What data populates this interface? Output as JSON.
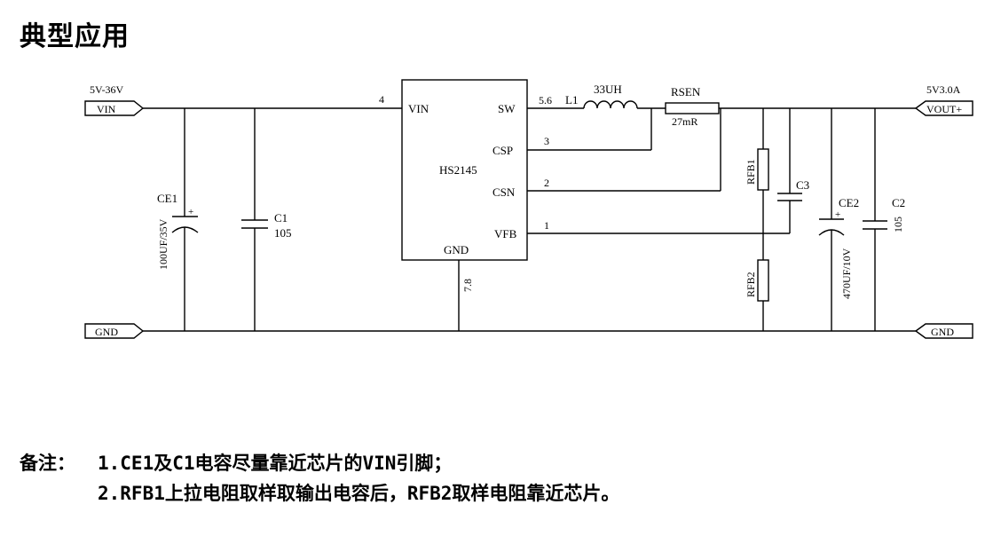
{
  "title": "典型应用",
  "ports": {
    "vin_label": "VIN",
    "vin_range": "5V-36V",
    "gnd_left": "GND",
    "vout_label": "VOUT+",
    "vout_spec": "5V3.0A",
    "gnd_right": "GND"
  },
  "ic": {
    "name": "HS2145",
    "pins": {
      "vin": "VIN",
      "vin_num": "4",
      "sw": "SW",
      "sw_num": "5.6",
      "csp": "CSP",
      "csp_num": "3",
      "csn": "CSN",
      "csn_num": "2",
      "vfb": "VFB",
      "vfb_num": "1",
      "gnd": "GND",
      "gnd_num": "7.8"
    }
  },
  "components": {
    "ce1_name": "CE1",
    "ce1_value": "100UF/35V",
    "c1_name": "C1",
    "c1_value": "105",
    "l1_name": "L1",
    "l1_value": "33UH",
    "rsen_name": "RSEN",
    "rsen_value": "27mR",
    "rfb1_name": "RFB1",
    "rfb2_name": "RFB2",
    "c3_name": "C3",
    "ce2_name": "CE2",
    "ce2_value": "470UF/10V",
    "c2_name": "C2",
    "c2_value": "105",
    "polarity": "+"
  },
  "notes": {
    "prefix": "备注：",
    "line1": "1.CE1及C1电容尽量靠近芯片的VIN引脚；",
    "line2": "2.RFB1上拉电阻取样取输出电容后，RFB2取样电阻靠近芯片。"
  }
}
